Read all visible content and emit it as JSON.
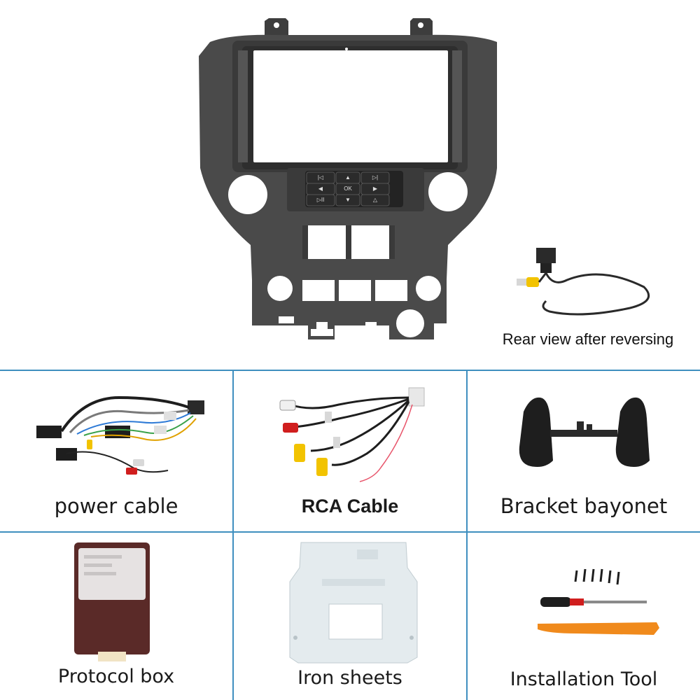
{
  "hero": {
    "frame_buttons": {
      "top_left": "|◁",
      "ok": "OK",
      "top_right": "▷|",
      "left": "◀",
      "right": "▶",
      "bottom_left": "▷II",
      "down": "▼",
      "up": "▲",
      "home": "△"
    },
    "rear_view_caption": "Rear view after reversing"
  },
  "items": [
    {
      "label": "power cable"
    },
    {
      "label": "RCA Cable"
    },
    {
      "label": "Bracket bayonet"
    },
    {
      "label": "Protocol box"
    },
    {
      "label": "Iron sheets"
    },
    {
      "label": "Installation Tool"
    }
  ],
  "colors": {
    "divider": "#3f8fbf",
    "frame": "#4a4a4a",
    "rca_yellow": "#f2c300",
    "rca_red": "#d01e1e",
    "tool_orange": "#f08a1c",
    "box_brown": "#5a2a28"
  }
}
